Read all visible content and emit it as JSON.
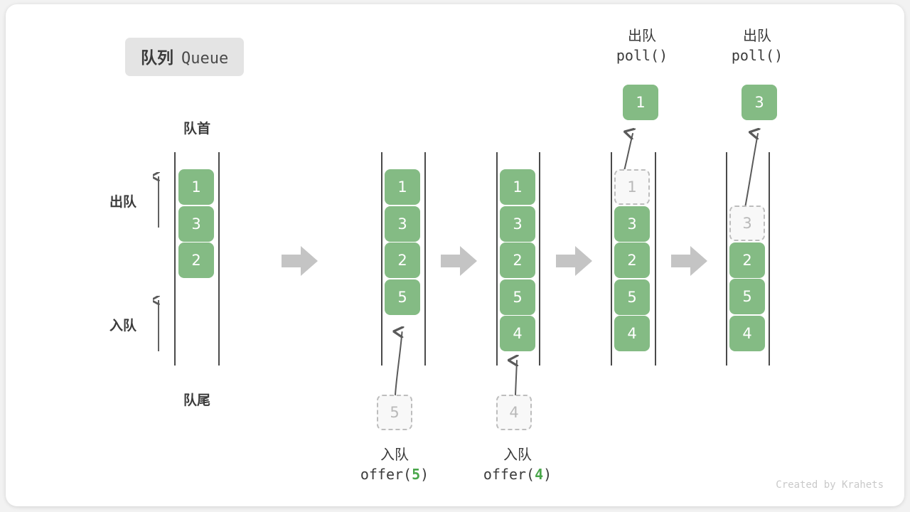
{
  "title": {
    "cn": "队列",
    "en": "Queue"
  },
  "labels": {
    "front": "队首",
    "rear": "队尾",
    "dequeue": "出队",
    "enqueue": "入队"
  },
  "footer": "Created by Krahets",
  "colors": {
    "element_green": "#84bb84",
    "ghost_border": "#bdbdbd",
    "ghost_fill": "#f8f8f8",
    "rail": "#4a4a4a",
    "block_arrow": "#c4c4c4",
    "curve_arrow": "#5a5a5a",
    "badge_bg": "#e4e4e4",
    "text_dark": "#3b3b3b",
    "code_accent": "#49a64a",
    "footer_text": "#c9c9c9"
  },
  "legend": {
    "dequeue_label": "出队",
    "enqueue_label": "入队"
  },
  "operations": {
    "offer5": {
      "cn": "入队",
      "fn": "offer(",
      "arg": "5",
      "close": ")"
    },
    "offer4": {
      "cn": "入队",
      "fn": "offer(",
      "arg": "4",
      "close": ")"
    },
    "poll1": {
      "cn": "出队",
      "fn": "poll()"
    },
    "poll2": {
      "cn": "出队",
      "fn": "poll()"
    }
  },
  "stages": [
    {
      "name": "initial",
      "items": [
        {
          "value": "1",
          "state": "solid"
        },
        {
          "value": "3",
          "state": "solid"
        },
        {
          "value": "2",
          "state": "solid"
        }
      ]
    },
    {
      "name": "after-offer-5",
      "items": [
        {
          "value": "1",
          "state": "solid"
        },
        {
          "value": "3",
          "state": "solid"
        },
        {
          "value": "2",
          "state": "solid"
        },
        {
          "value": "5",
          "state": "solid"
        }
      ],
      "incoming": {
        "value": "5",
        "state": "ghost"
      }
    },
    {
      "name": "after-offer-4",
      "items": [
        {
          "value": "1",
          "state": "solid"
        },
        {
          "value": "3",
          "state": "solid"
        },
        {
          "value": "2",
          "state": "solid"
        },
        {
          "value": "5",
          "state": "solid"
        },
        {
          "value": "4",
          "state": "solid"
        }
      ],
      "incoming": {
        "value": "4",
        "state": "ghost"
      }
    },
    {
      "name": "after-poll-1",
      "items": [
        {
          "value": "1",
          "state": "ghost"
        },
        {
          "value": "3",
          "state": "solid"
        },
        {
          "value": "2",
          "state": "solid"
        },
        {
          "value": "5",
          "state": "solid"
        },
        {
          "value": "4",
          "state": "solid"
        }
      ],
      "outgoing": {
        "value": "1",
        "state": "solid"
      }
    },
    {
      "name": "after-poll-3",
      "items": [
        {
          "value": "3",
          "state": "ghost"
        },
        {
          "value": "2",
          "state": "solid"
        },
        {
          "value": "5",
          "state": "solid"
        },
        {
          "value": "4",
          "state": "solid"
        }
      ],
      "outgoing": {
        "value": "3",
        "state": "solid"
      },
      "ghost_offset_slots": 1
    }
  ]
}
